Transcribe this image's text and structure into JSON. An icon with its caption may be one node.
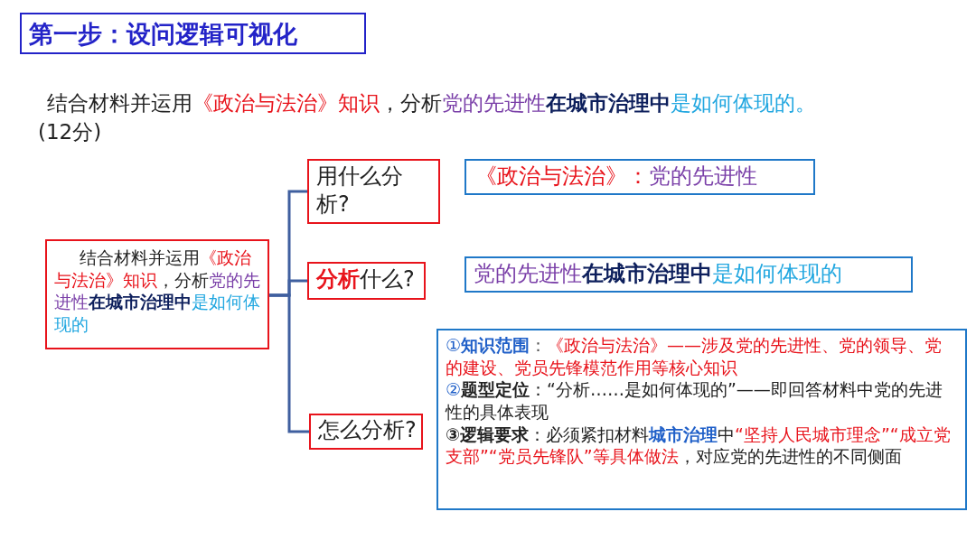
{
  "diagram": {
    "title": "第一步：设问逻辑可视化",
    "nodes": [
      {
        "text": [
          "结合材料并运用",
          "《政治与法治》知识",
          "，分析",
          "党的先进性",
          "在城市治理中",
          "是如何体现的"
        ]
      },
      {
        "text": [
          "用什么分析?"
        ]
      },
      {
        "text": [
          "分析",
          "什么?"
        ]
      },
      {
        "text": [
          "怎么分析?"
        ]
      },
      {
        "text": [
          "《政治与法治》：",
          "党的先进性"
        ]
      },
      {
        "text": [
          "党的先进性",
          "在城市治理中",
          "是如何体现的"
        ]
      },
      {
        "text": [
          "①",
          "知识范围",
          "：",
          "《政治与法治》——涉及党的先进性、党的领导、党的建设、党员先锋模范作用等核心知识",
          "②",
          "题型定位",
          "：“分析……是如何体现的”——即回答材料中党的先进性的具体表现",
          "③逻辑要求",
          "：必须紧扣材料",
          "城市治理",
          "中",
          "“坚持人民城市理念”“成立党支部”“党员先锋队”等具体做法",
          "，对应党的先进性的不同侧面"
        ]
      }
    ],
    "edges": [
      {
        "from": 0,
        "to": 1,
        "arrow": "none"
      },
      {
        "from": 0,
        "to": 2,
        "arrow": "none"
      },
      {
        "from": 0,
        "to": 3,
        "arrow": "none"
      }
    ],
    "labels": [
      "结合材料并运用",
      "《政治与法治》知识",
      "，分析",
      "党的先进性",
      "在城市治理中",
      "是如何体现的。",
      "(12分)"
    ]
  }
}
